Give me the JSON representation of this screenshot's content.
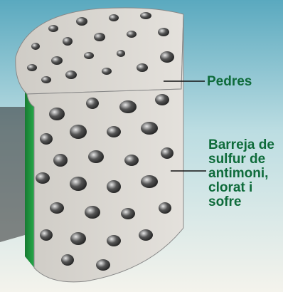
{
  "labels": {
    "stones": "Pedres",
    "mixture": [
      "Barreja de",
      "sulfur de",
      "antimoni,",
      "clorat i",
      "sofre"
    ]
  },
  "colors": {
    "label_text": "#0e6b3a",
    "cylinder_side": "#1f9a3f",
    "cut_face": "#d9d6d0",
    "stone": "#3a3a3a",
    "background_top": "#6cb6c9",
    "background_bottom": "#f2f2ea"
  }
}
